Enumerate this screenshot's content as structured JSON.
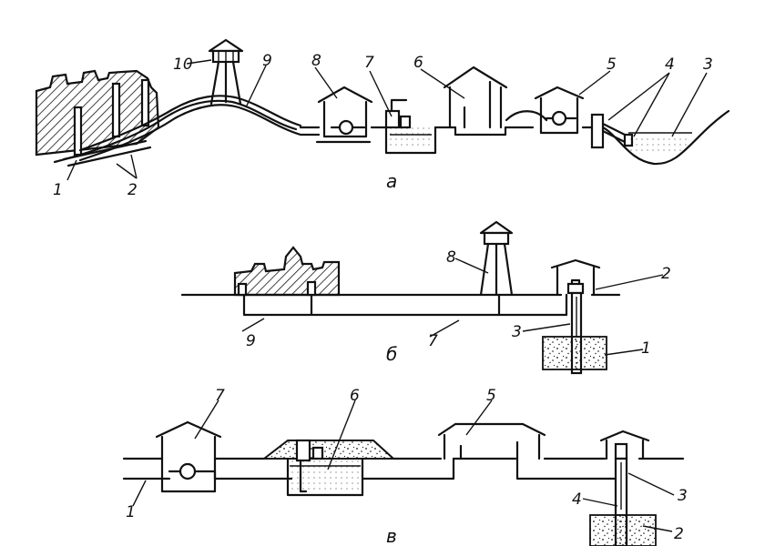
{
  "diagram_a": {
    "caption": "а",
    "labels": [
      "1",
      "2",
      "2",
      "3",
      "4",
      "5",
      "6",
      "7",
      "8",
      "9",
      "10"
    ]
  },
  "diagram_b": {
    "caption": "б",
    "labels": [
      "1",
      "2",
      "3",
      "7",
      "8",
      "9"
    ]
  },
  "diagram_c": {
    "caption": "в",
    "labels": [
      "1",
      "2",
      "3",
      "4",
      "5",
      "6",
      "7"
    ]
  }
}
